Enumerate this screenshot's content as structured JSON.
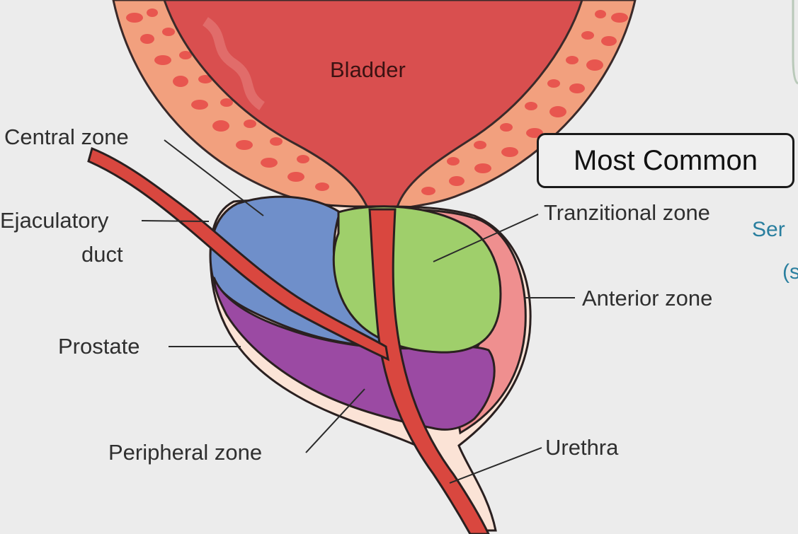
{
  "labels": {
    "bladder": "Bladder",
    "central_zone": "Central zone",
    "ejaculatory_duct_line1": "Ejaculatory",
    "ejaculatory_duct_line2": "duct",
    "prostate": "Prostate",
    "peripheral_zone": "Peripheral zone",
    "transitional_zone": "Tranzitional zone",
    "anterior_zone": "Anterior zone",
    "urethra": "Urethra"
  },
  "callout": {
    "text": "Most Common"
  },
  "clipped_background_text": {
    "line1": "Ser",
    "line2": "(s"
  },
  "colors": {
    "background": "#ececec",
    "bladder": "#d94f4f",
    "bladder_wall": "#f2a07e",
    "central_zone": "#6f8fca",
    "transitional_zone": "#9fcf6b",
    "anterior_zone": "#ef8f8f",
    "peripheral_zone": "#9b4aa3",
    "prostate_capsule": "#fbe3d6",
    "urethra": "#d9473f"
  }
}
